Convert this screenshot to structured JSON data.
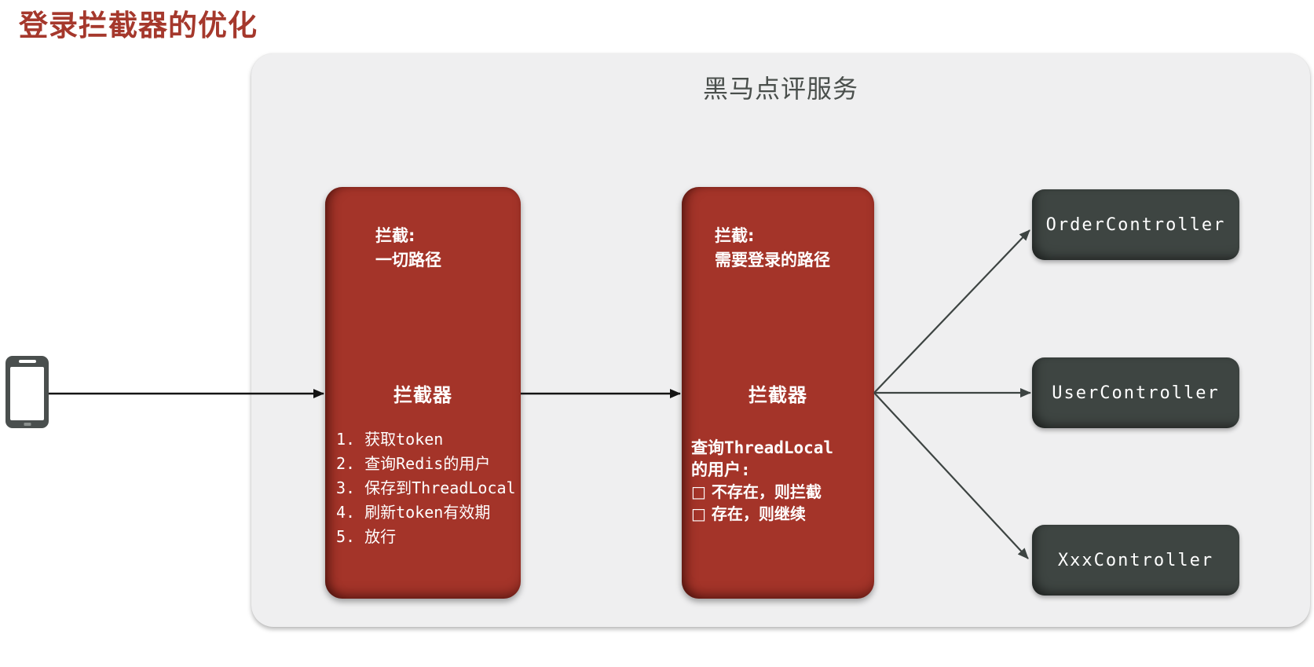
{
  "colors": {
    "accent_red": "#A5382C",
    "box_red": "#A43429",
    "container_bg": "#EFEFF0",
    "controller_bg": "#3E4542",
    "title_gray": "#4A4F4C",
    "arrow_black": "#141414",
    "arrow_gray": "#3D4442"
  },
  "page": {
    "title": "登录拦截器的优化"
  },
  "service": {
    "title": "黑马点评服务"
  },
  "client": {
    "icon": "smartphone-icon"
  },
  "interceptor_all": {
    "scope": [
      "拦截:",
      "一切路径"
    ],
    "name": "拦截器",
    "steps": [
      "1. 获取token",
      "2. 查询Redis的用户",
      "3. 保存到ThreadLocal",
      "4. 刷新token有效期",
      "5. 放行"
    ]
  },
  "interceptor_login": {
    "scope": [
      "拦截:",
      "需要登录的路径"
    ],
    "name": "拦截器",
    "query": [
      "查询ThreadLocal",
      "的用户:"
    ],
    "cases": [
      "□ 不存在，则拦截",
      "□ 存在，则继续"
    ]
  },
  "controllers": [
    {
      "label": "OrderController"
    },
    {
      "label": "UserController"
    },
    {
      "label": "XxxController"
    }
  ]
}
